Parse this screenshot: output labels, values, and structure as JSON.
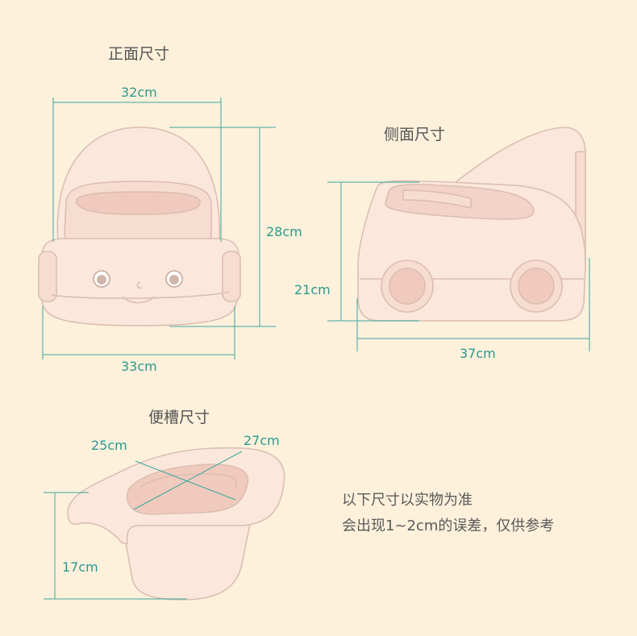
{
  "colors": {
    "background": "#fdf1dc",
    "dimension_line": "#3aa89a",
    "dimension_text": "#2a9a8c",
    "product_fill": "#fbe7db",
    "product_inner": "#f3d3c8",
    "product_outline": "#d8b9ae",
    "heading_text": "#555555"
  },
  "front": {
    "heading": "正面尺寸",
    "width_top": "32cm",
    "height": "28cm",
    "width_bottom": "33cm"
  },
  "side": {
    "heading": "侧面尺寸",
    "height": "21cm",
    "length": "37cm"
  },
  "bowl": {
    "heading": "便槽尺寸",
    "width": "25cm",
    "length": "27cm",
    "height": "17cm"
  },
  "note": {
    "line1": "以下尺寸以实物为准",
    "line2": "会出现1~2cm的误差，仅供参考"
  }
}
